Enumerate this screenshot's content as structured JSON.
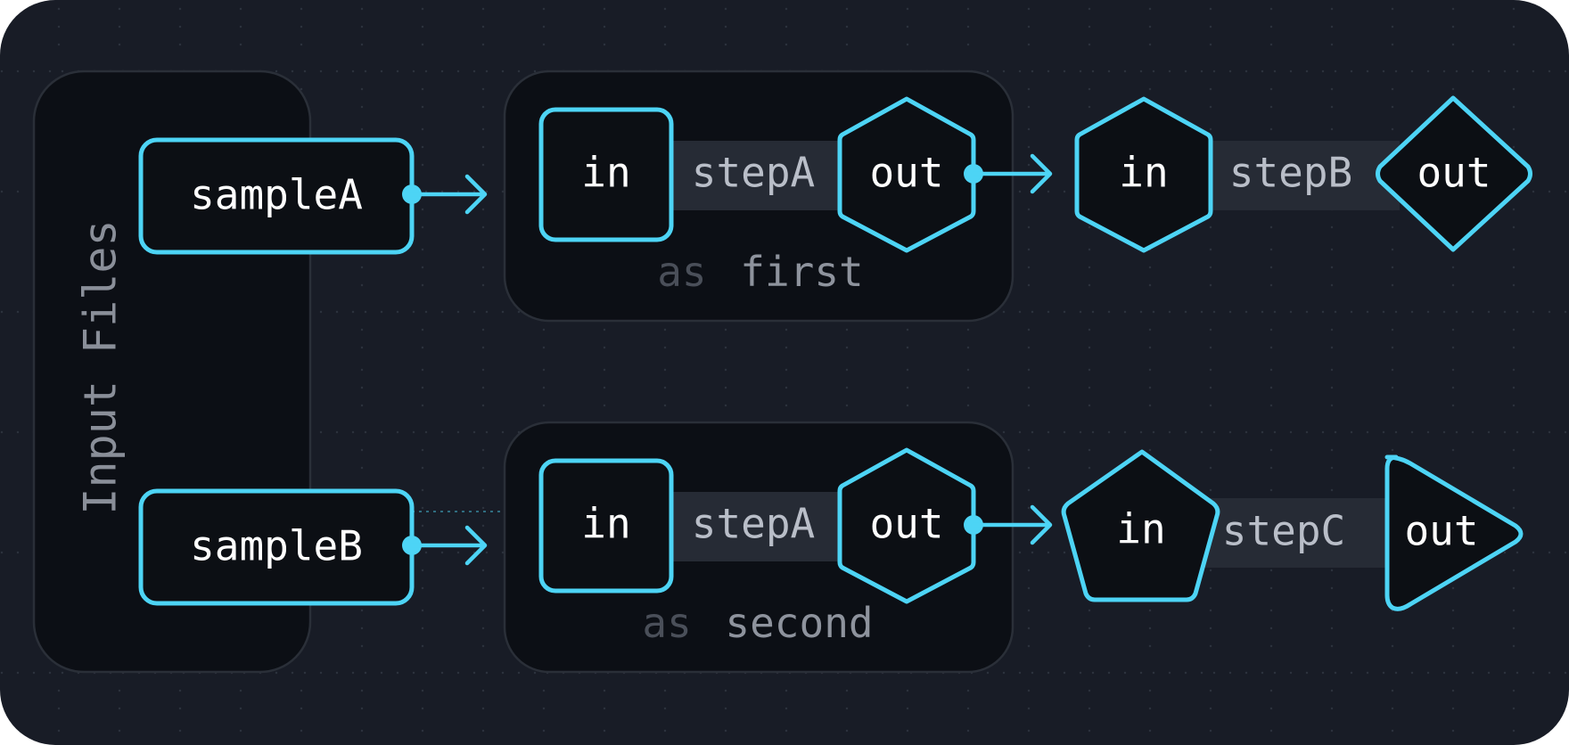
{
  "colors": {
    "background": "#181c26",
    "panel": "#0c0f15",
    "accent": "#4dd4f5",
    "label_pill": "#262b35"
  },
  "input_group": {
    "label": "Input Files",
    "samples": [
      {
        "name": "sampleA"
      },
      {
        "name": "sampleB"
      }
    ]
  },
  "rows": [
    {
      "alias_keyword": "as",
      "alias": "first",
      "process": {
        "name": "stepA",
        "in_label": "in",
        "out_label": "out",
        "in_shape": "rounded-square",
        "out_shape": "hexagon"
      },
      "next": {
        "name": "stepB",
        "in_label": "in",
        "out_label": "out",
        "in_shape": "hexagon",
        "out_shape": "diamond"
      }
    },
    {
      "alias_keyword": "as",
      "alias": "second",
      "process": {
        "name": "stepA",
        "in_label": "in",
        "out_label": "out",
        "in_shape": "rounded-square",
        "out_shape": "hexagon"
      },
      "next": {
        "name": "stepC",
        "in_label": "in",
        "out_label": "out",
        "in_shape": "pentagon",
        "out_shape": "triangle"
      }
    }
  ]
}
